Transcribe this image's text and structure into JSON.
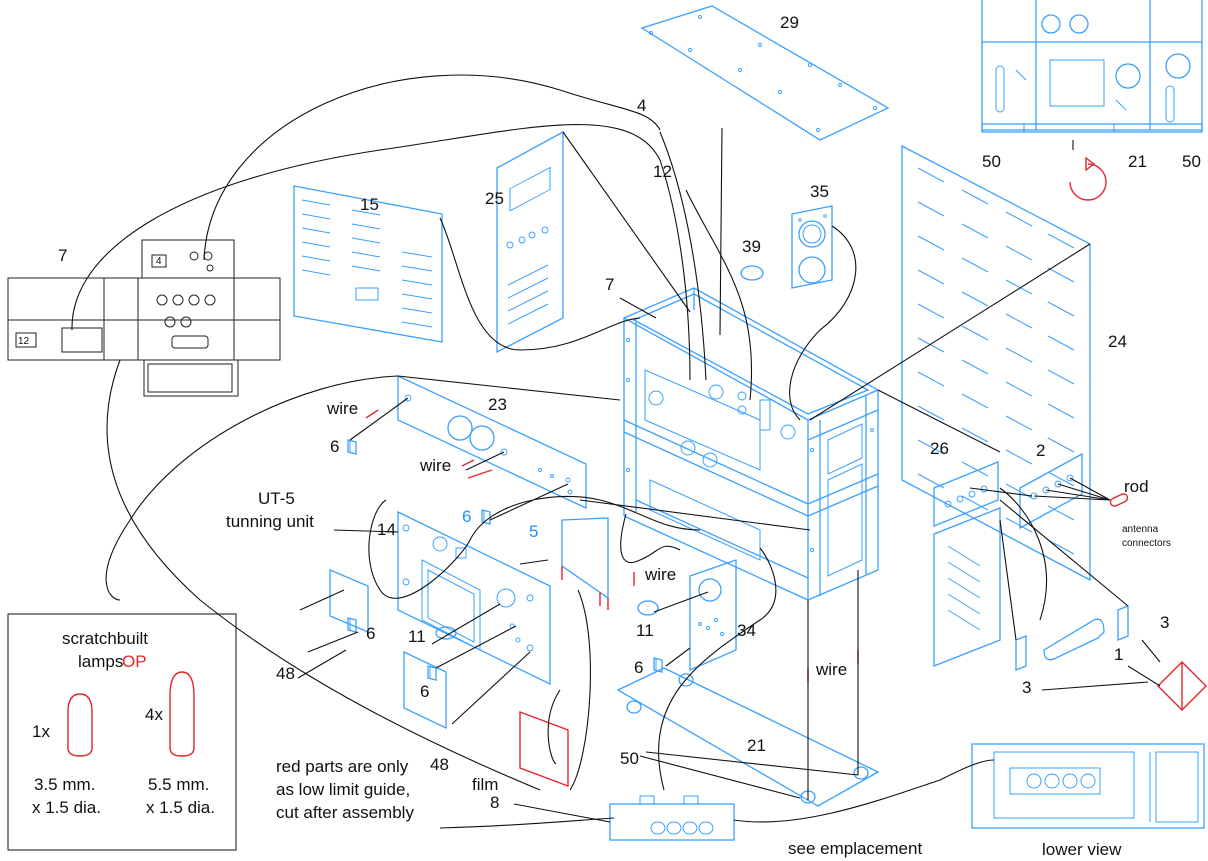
{
  "labels": {
    "n29": "29",
    "n4": "4",
    "n12": "12",
    "n15": "15",
    "n25": "25",
    "n35": "35",
    "n39": "39",
    "n7_left": "7",
    "n7_frame": "7",
    "n24": "24",
    "n23": "23",
    "n26": "26",
    "n2": "2",
    "rod": "rod",
    "antenna_connectors": "antenna connectors",
    "wire_1": "wire",
    "wire_2": "wire",
    "wire_3": "wire",
    "wire_4": "wire",
    "n6_a": "6",
    "n6_b": "6",
    "n6_c": "6",
    "n6_d": "6",
    "n6_e": "6",
    "ut5_line1": "UT-5",
    "ut5_line2": "tunning unit",
    "n14": "14",
    "n5": "5",
    "n48_a": "48",
    "n48_b": "48",
    "n11_a": "11",
    "n11_b": "11",
    "n34": "34",
    "n3_a": "3",
    "n3_b": "3",
    "n1": "1",
    "film": "film",
    "n50_a": "50",
    "n21_bottom": "21",
    "n8": "8",
    "note_line1": "red parts are only",
    "note_line2": "as low limit guide,",
    "note_line3": "cut after assembly",
    "see_emplacement": "see emplacement",
    "lower_view": "lower view",
    "top_50_left": "50",
    "top_21": "21",
    "top_50_right": "50"
  },
  "lamps_box": {
    "title_line1": "scratchbuilt",
    "title_line2": "lamps",
    "title_op": "OP",
    "lamp1_qty": "1x",
    "lamp1_size": "3.5 mm.",
    "lamp1_dia": "x 1.5 dia.",
    "lamp2_qty": "4x",
    "lamp2_size": "5.5 mm.",
    "lamp2_dia": "x 1.5 dia."
  },
  "inset_labels": {
    "box4": "4",
    "box12": "12"
  },
  "colors": {
    "part_lines": "#3aa0ff",
    "red_guides": "#e8262a",
    "leader_lines": "#111111",
    "blue_labels": "#1f8fff"
  }
}
